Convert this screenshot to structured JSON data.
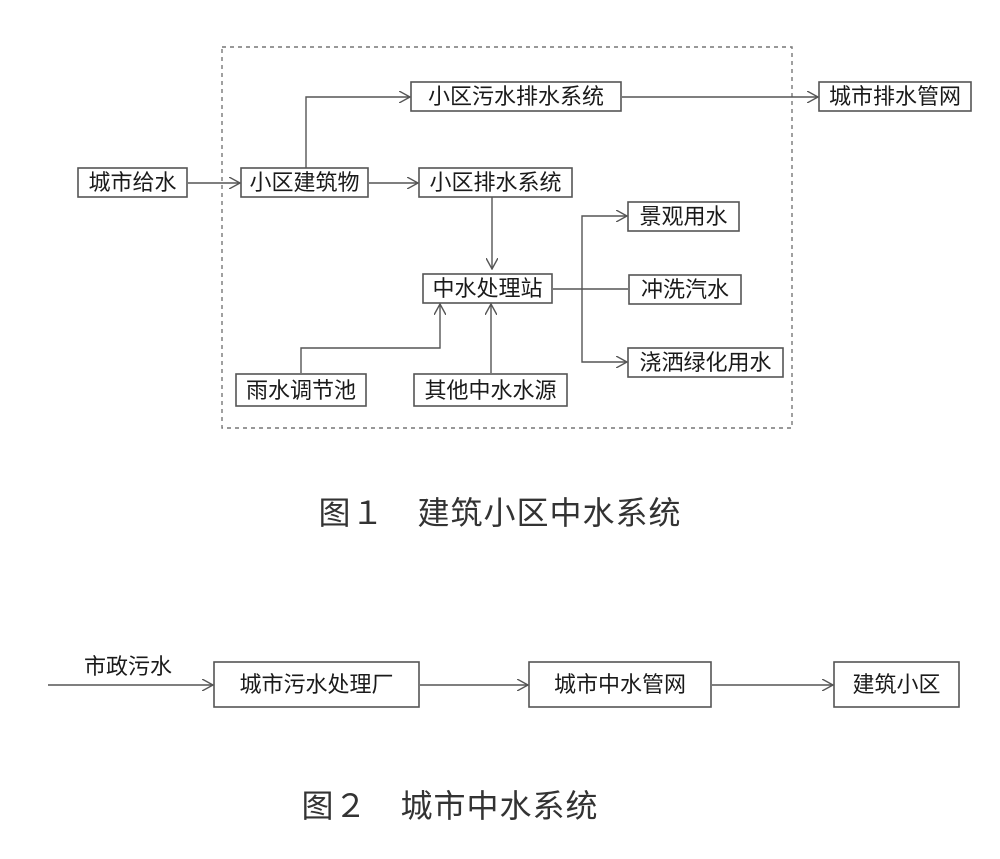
{
  "figure1": {
    "boxes": {
      "city_supply": "城市给水",
      "district_buildings": "小区建筑物",
      "sewage_system": "小区污水排水系统",
      "city_drainage": "城市排水管网",
      "district_drainage": "小区排水系统",
      "landscape_water": "景观用水",
      "reclaimed_station": "中水处理站",
      "wash_car": "冲洗汽水",
      "irrigation": "浇洒绿化用水",
      "rain_pool": "雨水调节池",
      "other_sources": "其他中水水源"
    },
    "caption": "图１　建筑小区中水系统"
  },
  "figure2": {
    "input_label": "市政污水",
    "boxes": {
      "treatment_plant": "城市污水处理厂",
      "reclaimed_network": "城市中水管网",
      "building_district": "建筑小区"
    },
    "caption": "图２　城市中水系统"
  }
}
